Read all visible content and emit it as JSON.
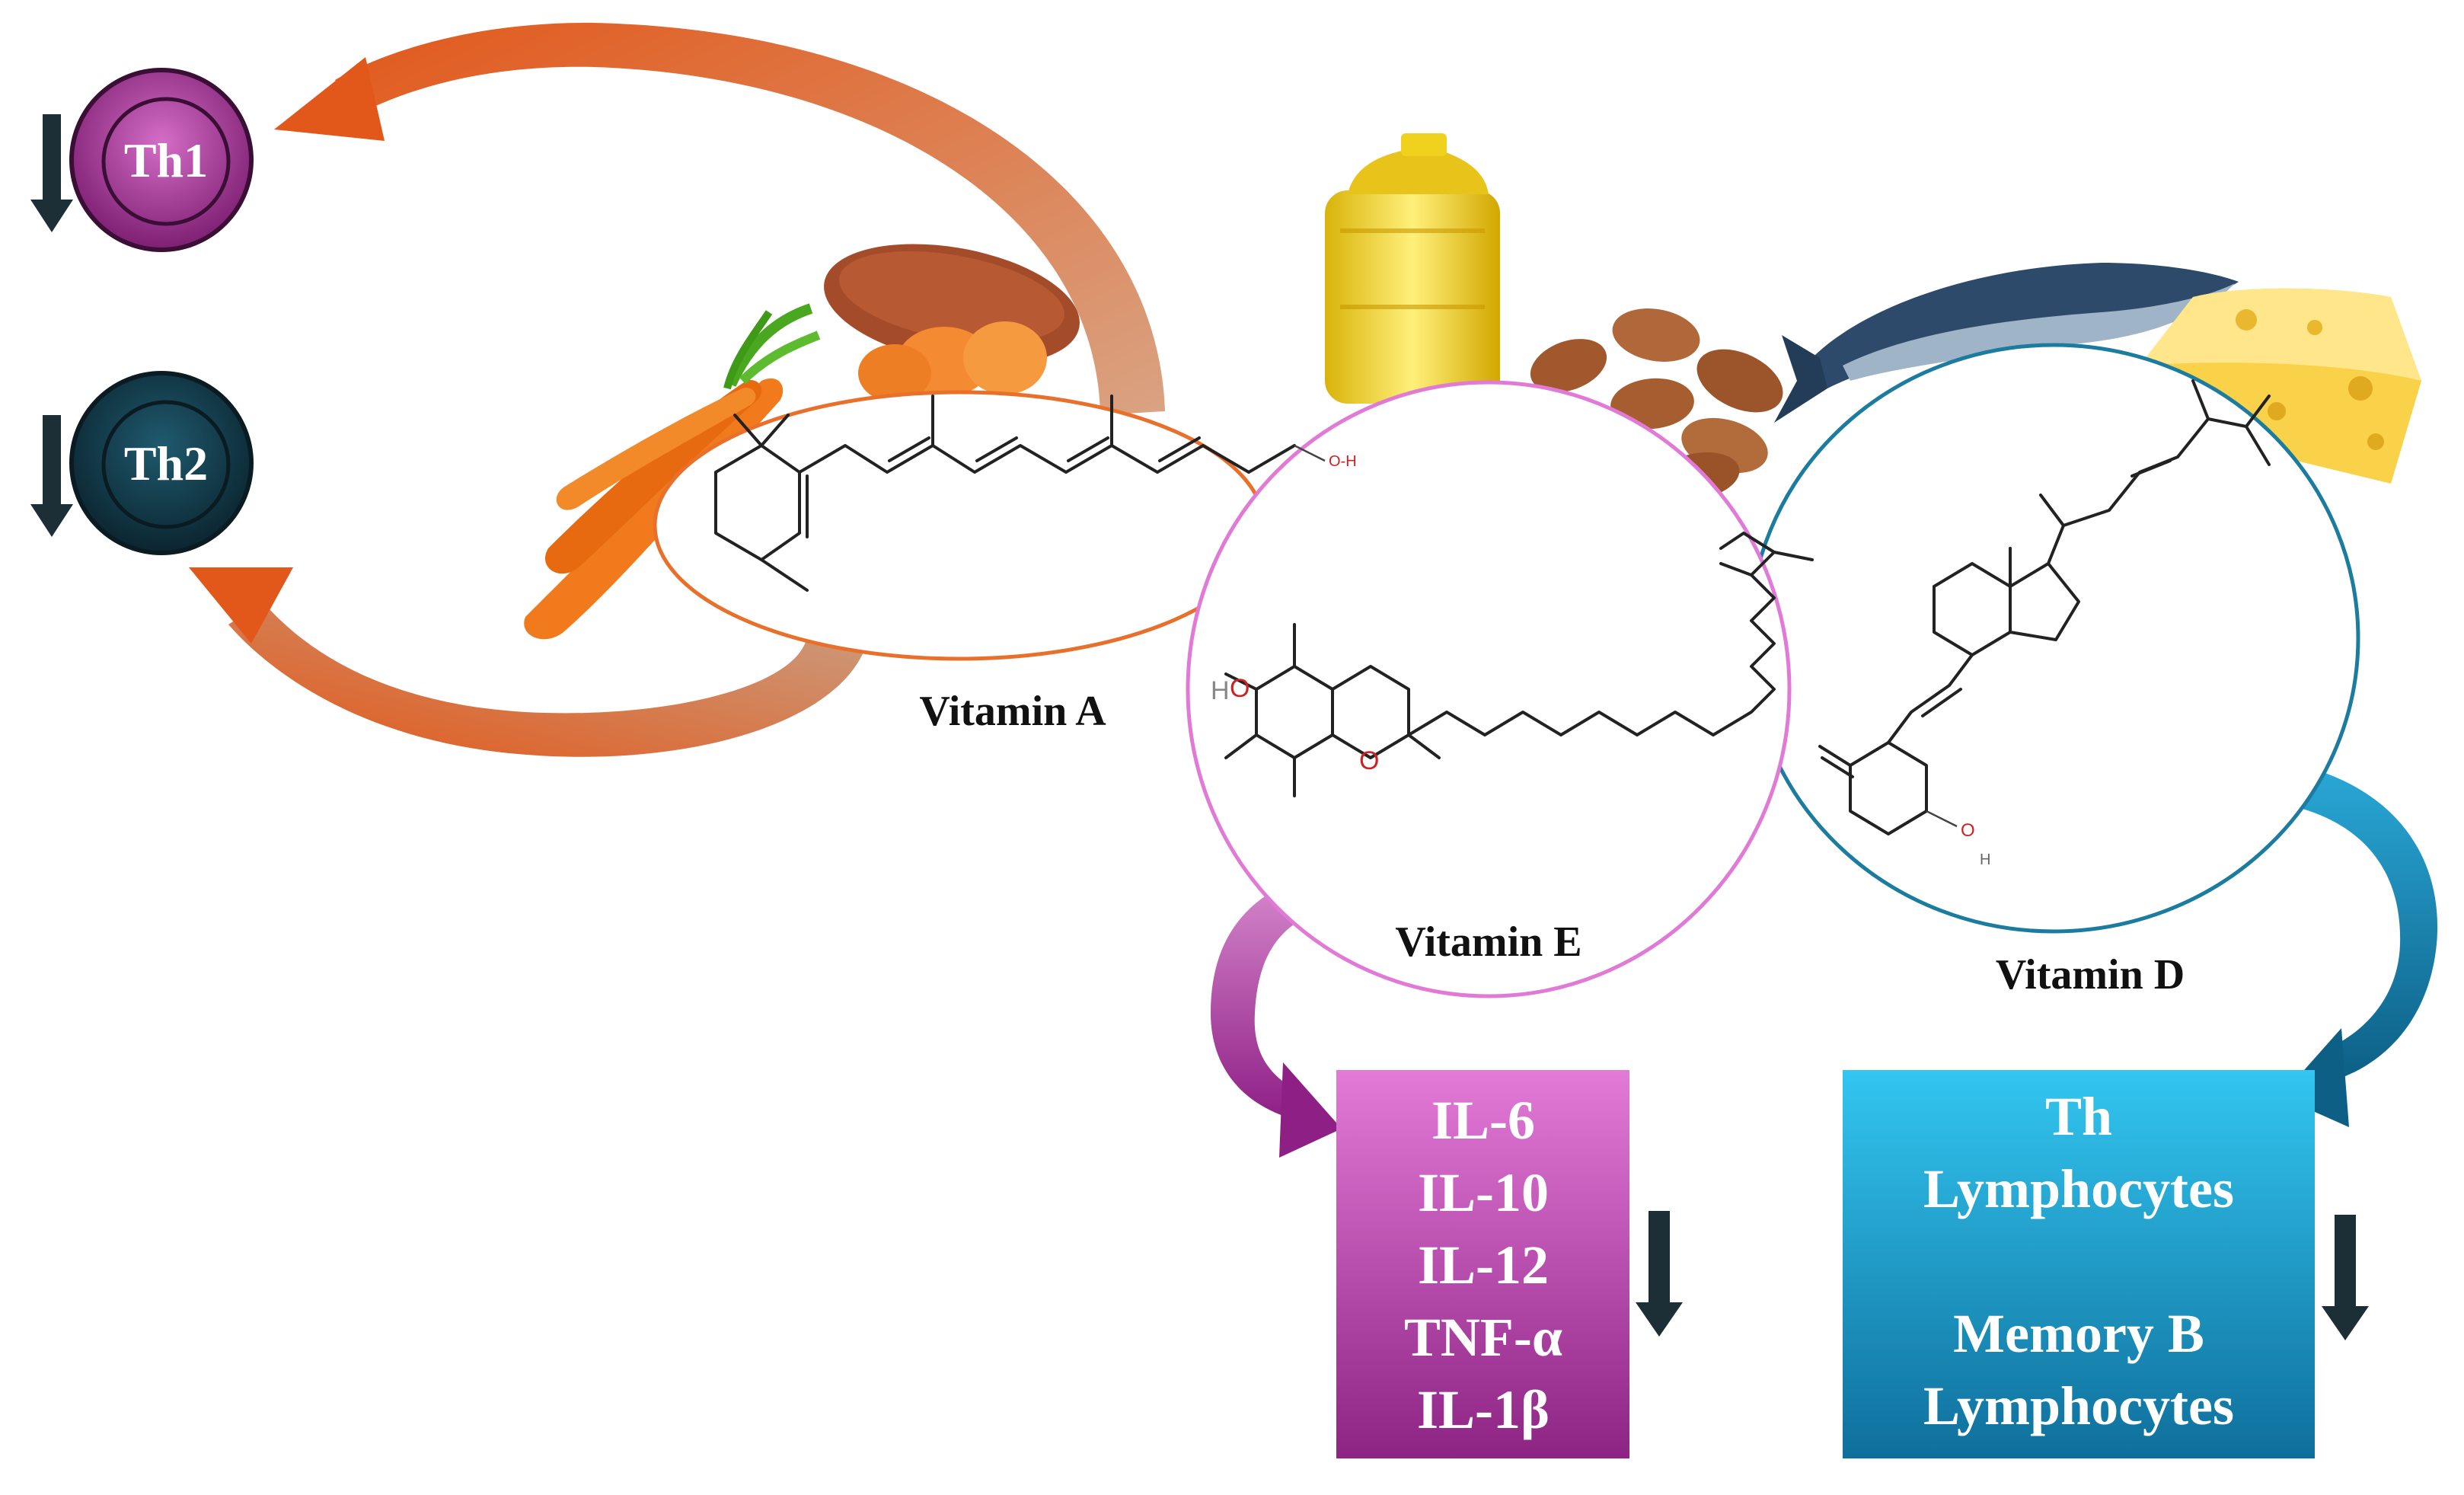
{
  "cells": {
    "th1": "Th1",
    "th2": "Th2"
  },
  "vitamins": {
    "a": "Vitamin A",
    "e": "Vitamin E",
    "d": "Vitamin D"
  },
  "cytokines": [
    "IL-6",
    "IL-10",
    "IL-12",
    "TNF-α",
    "IL-1β"
  ],
  "lymphocytes": {
    "line1": "Th",
    "line2": "Lymphocytes",
    "line3": "Memory B",
    "line4": "Lymphocytes"
  },
  "atoms": {
    "e_h": "H",
    "e_o1": "O",
    "e_o2": "O",
    "d_o": "O",
    "d_h": "H",
    "a_oh": "O-H"
  },
  "colors": {
    "vitA": "#e8702a",
    "vitE": "#e17ad6",
    "vitD": "#1b7ca0",
    "th1": "#9c2e8e",
    "th2": "#123a4a",
    "cytokineBox": "#c446b4",
    "lymphBox": "#1aa6d6",
    "downArrow": "#1c2f36"
  },
  "icons": [
    "down-arrow-icon",
    "carrot-icon",
    "sweet-potato-icon",
    "oil-bottle-icon",
    "almond-icon",
    "fish-icon",
    "cheese-icon"
  ]
}
